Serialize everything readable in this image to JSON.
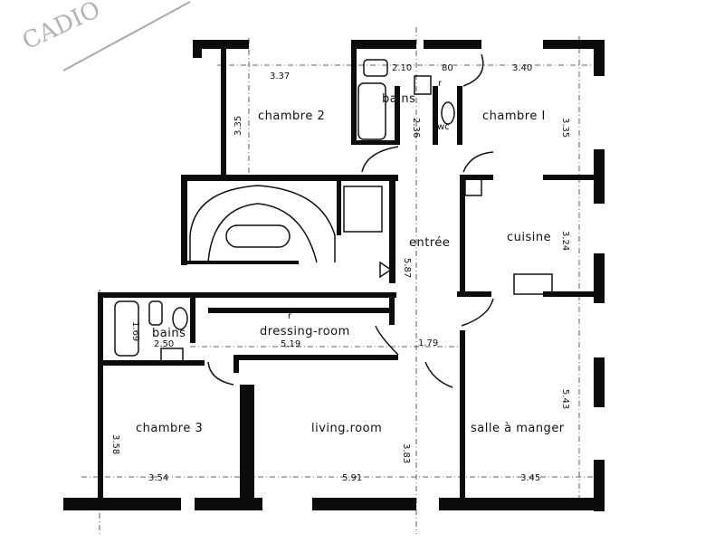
{
  "stamp": "CADIO",
  "rooms": {
    "chambre2": "chambre 2",
    "bains_top": "bains",
    "wc": "wc",
    "chambre1": "chambre I",
    "entree": "entrée",
    "cuisine": "cuisine",
    "bains_left": "bains",
    "dressing": "dressing-room",
    "chambre3": "chambre 3",
    "living": "living.room",
    "salle": "salle à manger",
    "r_top": "r",
    "r_dressing": "r"
  },
  "dimensions": {
    "chambre2_w": "3.37",
    "chambre2_h": "3.35",
    "bains_top_w": "2.10",
    "bains_top_h": "2.36",
    "closet_w": "80",
    "chambre1_w": "3.40",
    "chambre1_h": "3.35",
    "cuisine_h": "3.24",
    "entree_h": "5.87",
    "bains_left_h": "1.69",
    "bains_left_w": "2.50",
    "dressing_w": "5.19",
    "corridor_w": "1.79",
    "chambre3_h": "3.58",
    "chambre3_w": "3.54",
    "living_w": "5.91",
    "living_h": "3.83",
    "salle_w": "3.45",
    "salle_h": "5.43"
  }
}
